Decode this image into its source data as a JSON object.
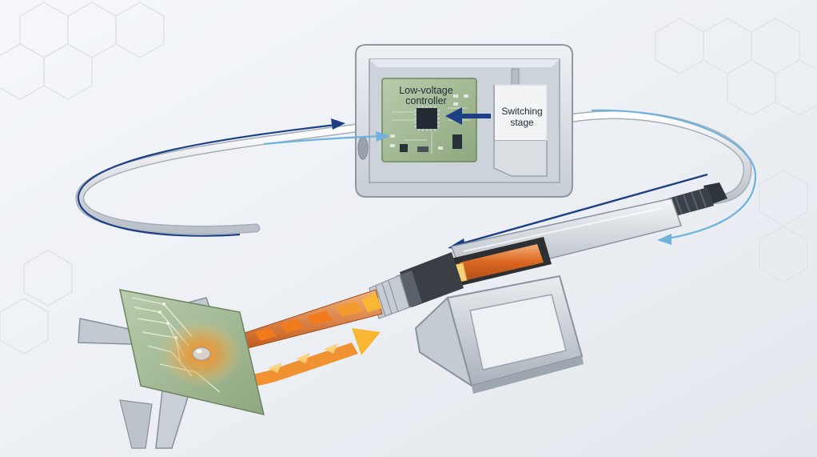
{
  "labels": {
    "controller_line1": "Low-voltage",
    "controller_line2": "controller",
    "switching_line1": "Switching",
    "switching_line2": "stage"
  },
  "colors": {
    "background": "#eef1f5",
    "dark_arrow": "#1c3f86",
    "light_arrow": "#6fb3dd",
    "heat_orange": "#f07a1c",
    "heat_yellow": "#f7b733",
    "pcb_green": "#9fb68c",
    "enclosure_gray": "#d5dae0"
  },
  "icons": [
    "chip-icon",
    "flow-arrow-icon",
    "heat-chevron-icon"
  ]
}
